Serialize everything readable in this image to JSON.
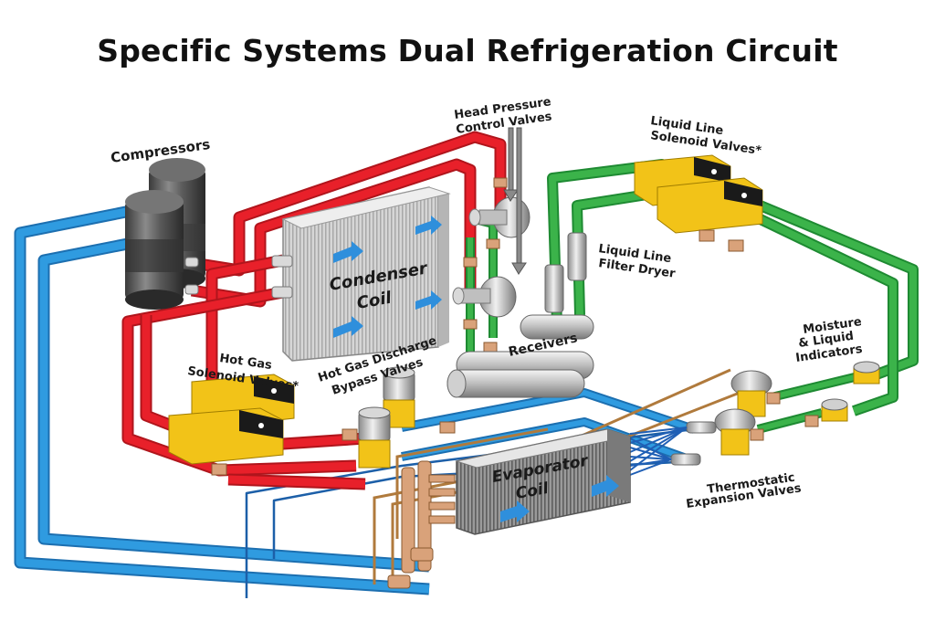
{
  "title": "Specific Systems Dual Refrigeration Circuit",
  "colors": {
    "hot_gas_line": "#e8202a",
    "liquid_line": "#3bb34a",
    "suction_line": "#2f9be0",
    "control_tube": "#b07a3c",
    "valve_body": "#f2c318",
    "fitting": "#d9a27a"
  },
  "labels": {
    "compressors": "Compressors",
    "head_pressure_1": "Head Pressure",
    "head_pressure_2": "Control Valves",
    "liquid_solenoid_1": "Liquid Line",
    "liquid_solenoid_2": "Solenoid Valves*",
    "condenser_1": "Condenser",
    "condenser_2": "Coil",
    "filter_dryer_1": "Liquid Line",
    "filter_dryer_2": "Filter Dryer",
    "receivers": "Receivers",
    "hot_gas_solenoid_1": "Hot Gas",
    "hot_gas_solenoid_2": "Solenoid Valves*",
    "bypass_1": "Hot Gas Discharge",
    "bypass_2": "Bypass Valves",
    "moisture_1": "Moisture",
    "moisture_2": "& Liquid",
    "moisture_3": "Indicators",
    "evaporator_1": "Evaporator",
    "evaporator_2": "Coil",
    "txv_1": "Thermostatic",
    "txv_2": "Expansion Valves"
  }
}
